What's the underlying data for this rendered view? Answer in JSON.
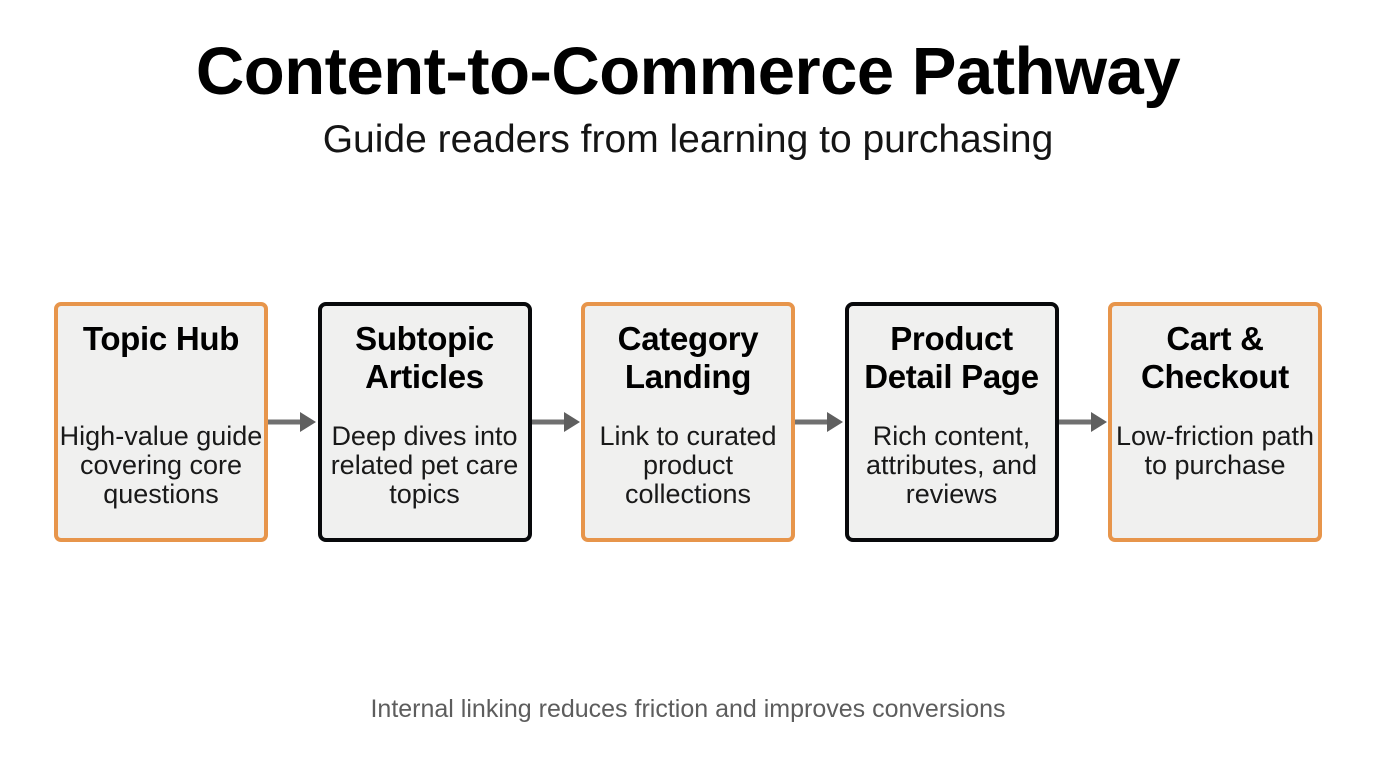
{
  "header": {
    "title": "Content-to-Commerce Pathway",
    "subtitle": "Guide readers from learning to purchasing"
  },
  "colors": {
    "accent_orange": "#e7954b",
    "accent_dark": "#08090b",
    "node_fill": "#f0f0ef",
    "arrow": "#707070",
    "page_background": "#ffffff",
    "title_text": "#000000",
    "caption_text": "#5d5d5d"
  },
  "flow": {
    "type": "linear-left-to-right",
    "connector_icon": "arrow-right-icon",
    "nodes": [
      {
        "title": "Topic Hub",
        "description": "High-value guide covering core questions",
        "accent": "orange"
      },
      {
        "title": "Subtopic Articles",
        "description": "Deep dives into related pet care topics",
        "accent": "dark"
      },
      {
        "title": "Category Landing",
        "description": "Link to curated product collections",
        "accent": "orange"
      },
      {
        "title": "Product Detail Page",
        "description": "Rich content, attributes, and reviews",
        "accent": "dark"
      },
      {
        "title": "Cart & Checkout",
        "description": "Low-friction path to purchase",
        "accent": "orange"
      }
    ]
  },
  "footer": {
    "caption": "Internal linking reduces friction and improves conversions"
  }
}
